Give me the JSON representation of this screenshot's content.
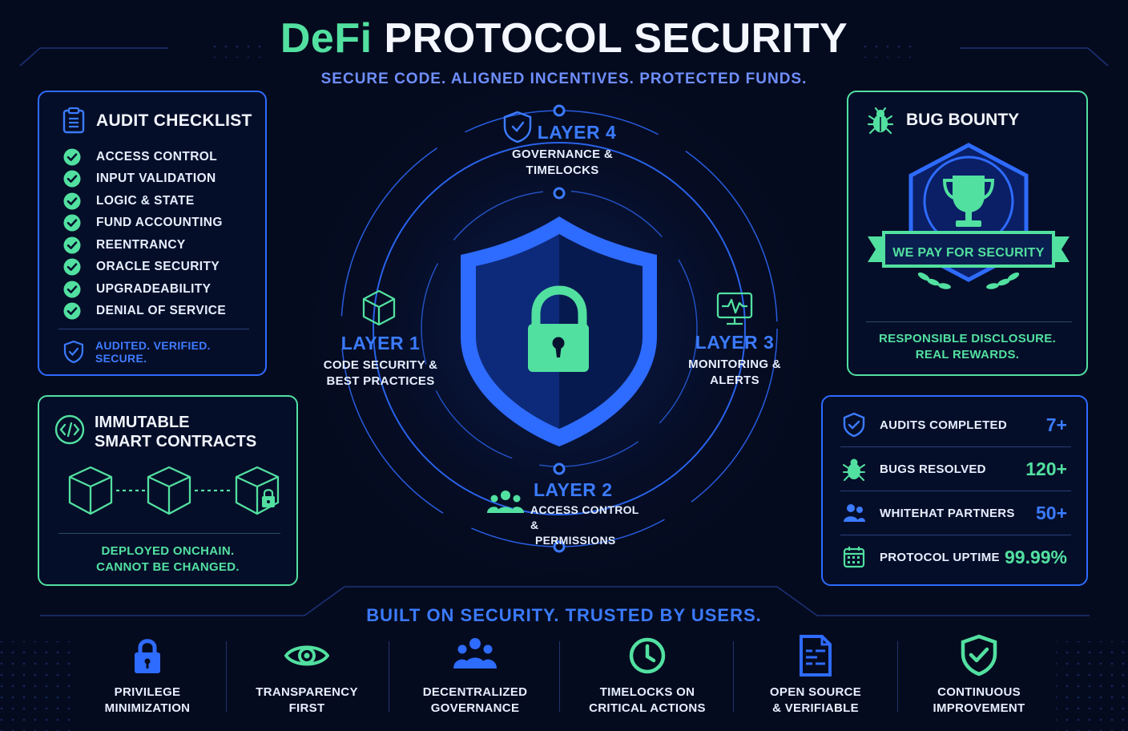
{
  "header": {
    "title_part1": "DeFi",
    "title_part2": "PROTOCOL SECURITY",
    "subtitle": "SECURE CODE. ALIGNED INCENTIVES. PROTECTED FUNDS."
  },
  "audit": {
    "title": "AUDIT CHECKLIST",
    "items": [
      "ACCESS CONTROL",
      "INPUT VALIDATION",
      "LOGIC & STATE",
      "FUND ACCOUNTING",
      "REENTRANCY",
      "ORACLE SECURITY",
      "UPGRADEABILITY",
      "DENIAL OF SERVICE"
    ],
    "footer": "AUDITED. VERIFIED. SECURE."
  },
  "immutable": {
    "title_line1": "IMMUTABLE",
    "title_line2": "SMART CONTRACTS",
    "footer_line1": "DEPLOYED ONCHAIN.",
    "footer_line2": "CANNOT BE CHANGED."
  },
  "layers": {
    "l1": {
      "title": "LAYER 1",
      "line1": "CODE SECURITY &",
      "line2": "BEST PRACTICES"
    },
    "l2": {
      "title": "LAYER 2",
      "line1": "ACCESS CONTROL &",
      "line2": "PERMISSIONS"
    },
    "l3": {
      "title": "LAYER 3",
      "line1": "MONITORING &",
      "line2": "ALERTS"
    },
    "l4": {
      "title": "LAYER 4",
      "line1": "GOVERNANCE &",
      "line2": "TIMELOCKS"
    }
  },
  "bounty": {
    "title": "BUG BOUNTY",
    "ribbon": "WE PAY FOR SECURITY",
    "footer_line1": "RESPONSIBLE DISCLOSURE.",
    "footer_line2": "REAL REWARDS."
  },
  "stats": [
    {
      "label": "AUDITS COMPLETED",
      "value": "7+",
      "icon": "shield-check-icon"
    },
    {
      "label": "BUGS RESOLVED",
      "value": "120+",
      "icon": "bug-icon"
    },
    {
      "label": "WHITEHAT PARTNERS",
      "value": "50+",
      "icon": "users-icon"
    },
    {
      "label": "PROTOCOL UPTIME",
      "value": "99.99%",
      "icon": "calendar-icon"
    }
  ],
  "tagline": "BUILT ON SECURITY. TRUSTED BY USERS.",
  "features": [
    {
      "line1": "PRIVILEGE",
      "line2": "MINIMIZATION",
      "icon": "padlock-icon"
    },
    {
      "line1": "TRANSPARENCY",
      "line2": "FIRST",
      "icon": "eye-icon"
    },
    {
      "line1": "DECENTRALIZED",
      "line2": "GOVERNANCE",
      "icon": "group-icon"
    },
    {
      "line1": "TIMELOCKS ON",
      "line2": "CRITICAL ACTIONS",
      "icon": "clock-icon"
    },
    {
      "line1": "OPEN SOURCE",
      "line2": "& VERIFIABLE",
      "icon": "document-icon"
    },
    {
      "line1": "CONTINUOUS",
      "line2": "IMPROVEMENT",
      "icon": "shield-check-icon"
    }
  ],
  "colors": {
    "accent_blue": "#2e6bff",
    "accent_green": "#52e0a0",
    "background": "#050b1f"
  }
}
